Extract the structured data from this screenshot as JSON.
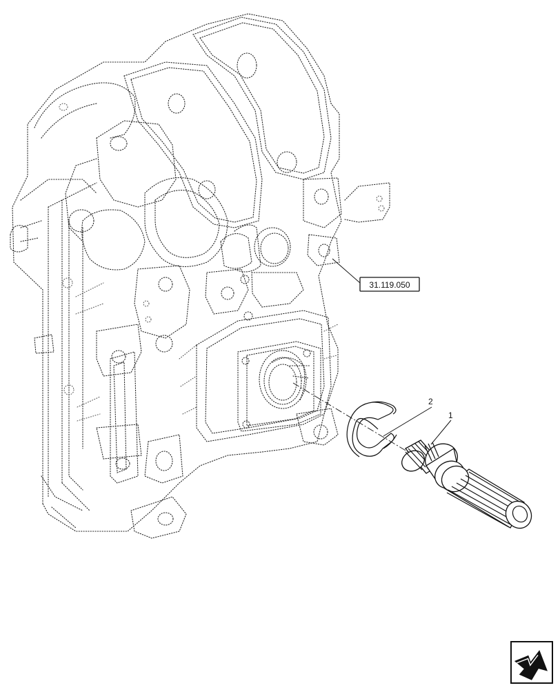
{
  "diagram": {
    "reference_label": "31.119.050",
    "callouts": [
      {
        "number": "1",
        "part": "shaft"
      },
      {
        "number": "2",
        "part": "snap-ring"
      }
    ],
    "nav_icon": "next-page-arrow-icon"
  }
}
